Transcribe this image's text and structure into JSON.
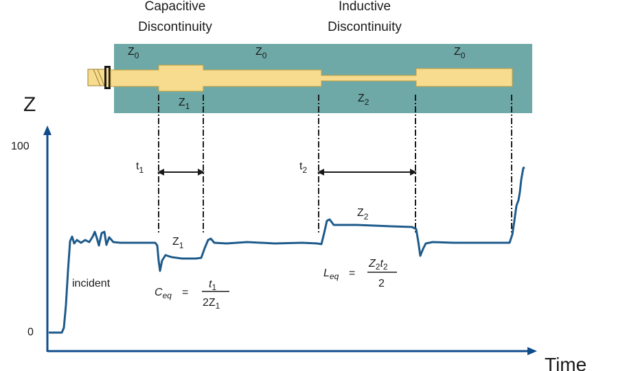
{
  "top_labels": {
    "capacitive_line1": "Capacitive",
    "capacitive_line2": "Discontinuity",
    "inductive_line1": "Inductive",
    "inductive_line2": "Discontinuity"
  },
  "line_labels": {
    "z": "Z",
    "sub_0": "0",
    "sub_1": "1",
    "sub_2": "2"
  },
  "axis": {
    "y_label": "Z",
    "x_label": "Time",
    "y_tick_top": "100",
    "y_tick_bottom": "0"
  },
  "time_markers": {
    "t": "t",
    "sub_1": "1",
    "sub_2": "2"
  },
  "plot_labels": {
    "incident": "incident",
    "z": "Z",
    "sub_1": "1",
    "sub_2": "2"
  },
  "formulas": {
    "c_eq_C": "C",
    "c_eq_sub": "eq",
    "equals": "=",
    "c_num": "t",
    "c_num_sub": "1",
    "c_den": "2Z",
    "c_den_sub": "1",
    "l_eq_L": "L",
    "l_eq_sub": "eq",
    "l_num": "Z",
    "l_num_sub1": "2",
    "l_num_t": "t",
    "l_num_sub2": "2",
    "l_den": "2"
  },
  "colors": {
    "board": "#6ea9a7",
    "trace": "#f7dc8f",
    "trace_edge": "#c59e3a",
    "signal": "#1d5a8a",
    "axis": "#0f4c8a"
  },
  "icons": {
    "connector": "sma-connector-icon"
  }
}
